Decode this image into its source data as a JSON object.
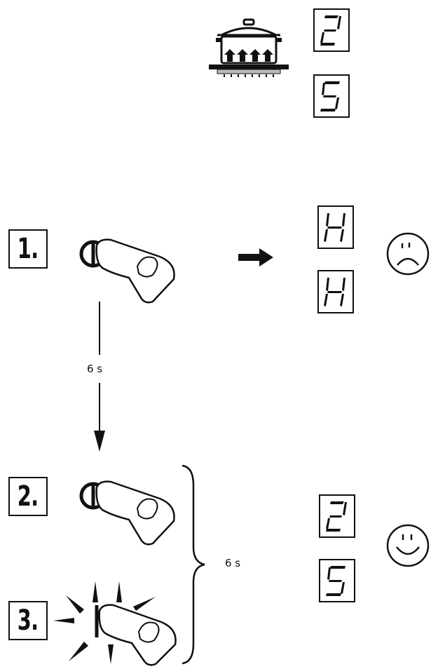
{
  "header_displays": [
    "2",
    "5"
  ],
  "steps": [
    {
      "label": "1."
    },
    {
      "label": "2."
    },
    {
      "label": "3."
    }
  ],
  "timers": {
    "hold_duration": "6 s",
    "sequence_duration": "6 s"
  },
  "outcomes": {
    "fail_displays": [
      "H",
      "H"
    ],
    "success_displays": [
      "2",
      "5"
    ],
    "fail_face": "sad-face-icon",
    "success_face": "smiley-face-icon"
  },
  "icons": [
    "pot-on-hob-icon",
    "finger-press-icon",
    "blinking-key-icon",
    "arrow-right-icon",
    "arrow-down-icon",
    "brace-icon"
  ],
  "colors": {
    "ink": "#111111",
    "background": "#ffffff"
  }
}
